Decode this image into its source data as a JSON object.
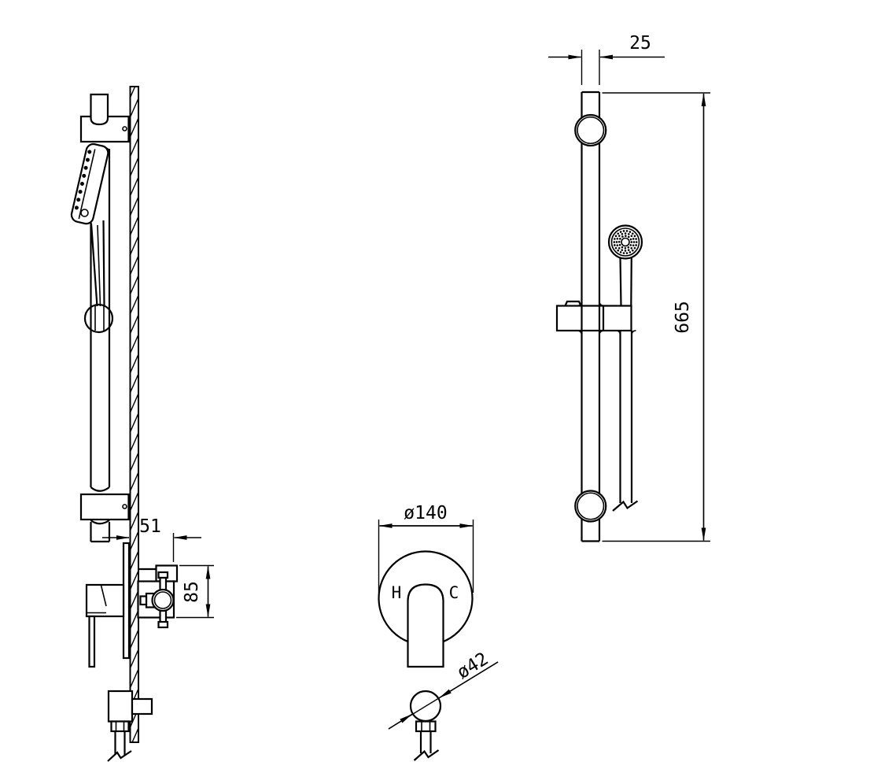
{
  "drawing": {
    "dimensions": {
      "rail_width": "25",
      "rail_height": "665",
      "plate_diameter": "ø140",
      "outlet_diameter": "ø42",
      "valve_depth": "51",
      "valve_height": "85"
    },
    "labels": {
      "hot": "H",
      "cold": "C"
    },
    "colors": {
      "line": "#000000",
      "background": "#ffffff"
    }
  }
}
